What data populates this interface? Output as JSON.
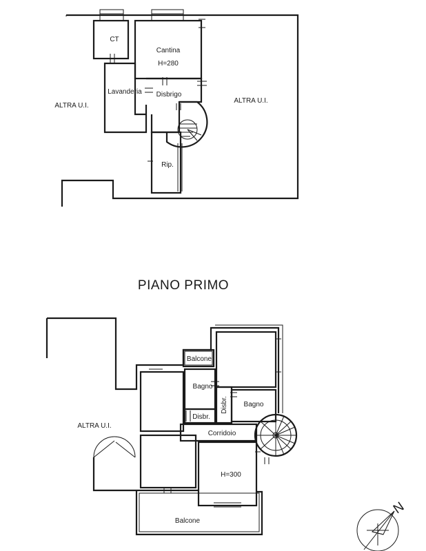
{
  "ground_floor": {
    "rooms": {
      "ct": "CT",
      "cantina": "Cantina",
      "cantina_height": "H=280",
      "lavanderia": "Lavanderia",
      "disbrigo": "Disbrigo",
      "ripostiglio": "Rip.",
      "altra_left": "ALTRA U.I.",
      "altra_right": "ALTRA U.I."
    }
  },
  "first_floor": {
    "title": "PIANO PRIMO",
    "rooms": {
      "balcone_top": "Balcone",
      "bagno_left": "Bagno",
      "bagno_right": "Bagno",
      "disbr_left": "Disbr.",
      "disbr_vertical": "Disbr.",
      "corridoio": "Corridoio",
      "room_height": "H=300",
      "balcone_bottom": "Balcone",
      "altra": "ALTRA U.I."
    }
  },
  "compass": {
    "north_label": "N"
  }
}
